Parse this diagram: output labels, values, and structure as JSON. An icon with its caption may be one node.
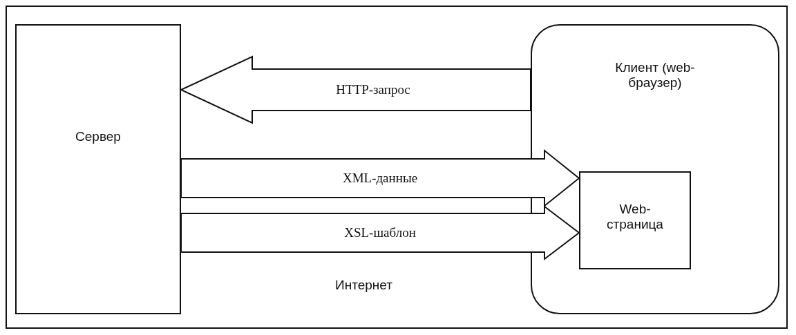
{
  "diagram": {
    "nodes": [
      {
        "text": [
          "Сервер"
        ]
      },
      {
        "text": [
          "Клиент (web-браузер)"
        ]
      },
      {
        "text": [
          "Web-страница"
        ],
        "in": 1
      }
    ],
    "edges": [
      {
        "from": 1,
        "to": 0,
        "arrow": "to",
        "label": "HTTP-запрос",
        "style": "thick"
      },
      {
        "from": 0,
        "to": 2,
        "arrow": "to",
        "label": "XML-данные",
        "style": "thick"
      },
      {
        "from": 0,
        "to": 2,
        "arrow": "to",
        "label": "XSL-шаблон",
        "style": "thick"
      }
    ],
    "labels": [
      "Интернет"
    ]
  }
}
